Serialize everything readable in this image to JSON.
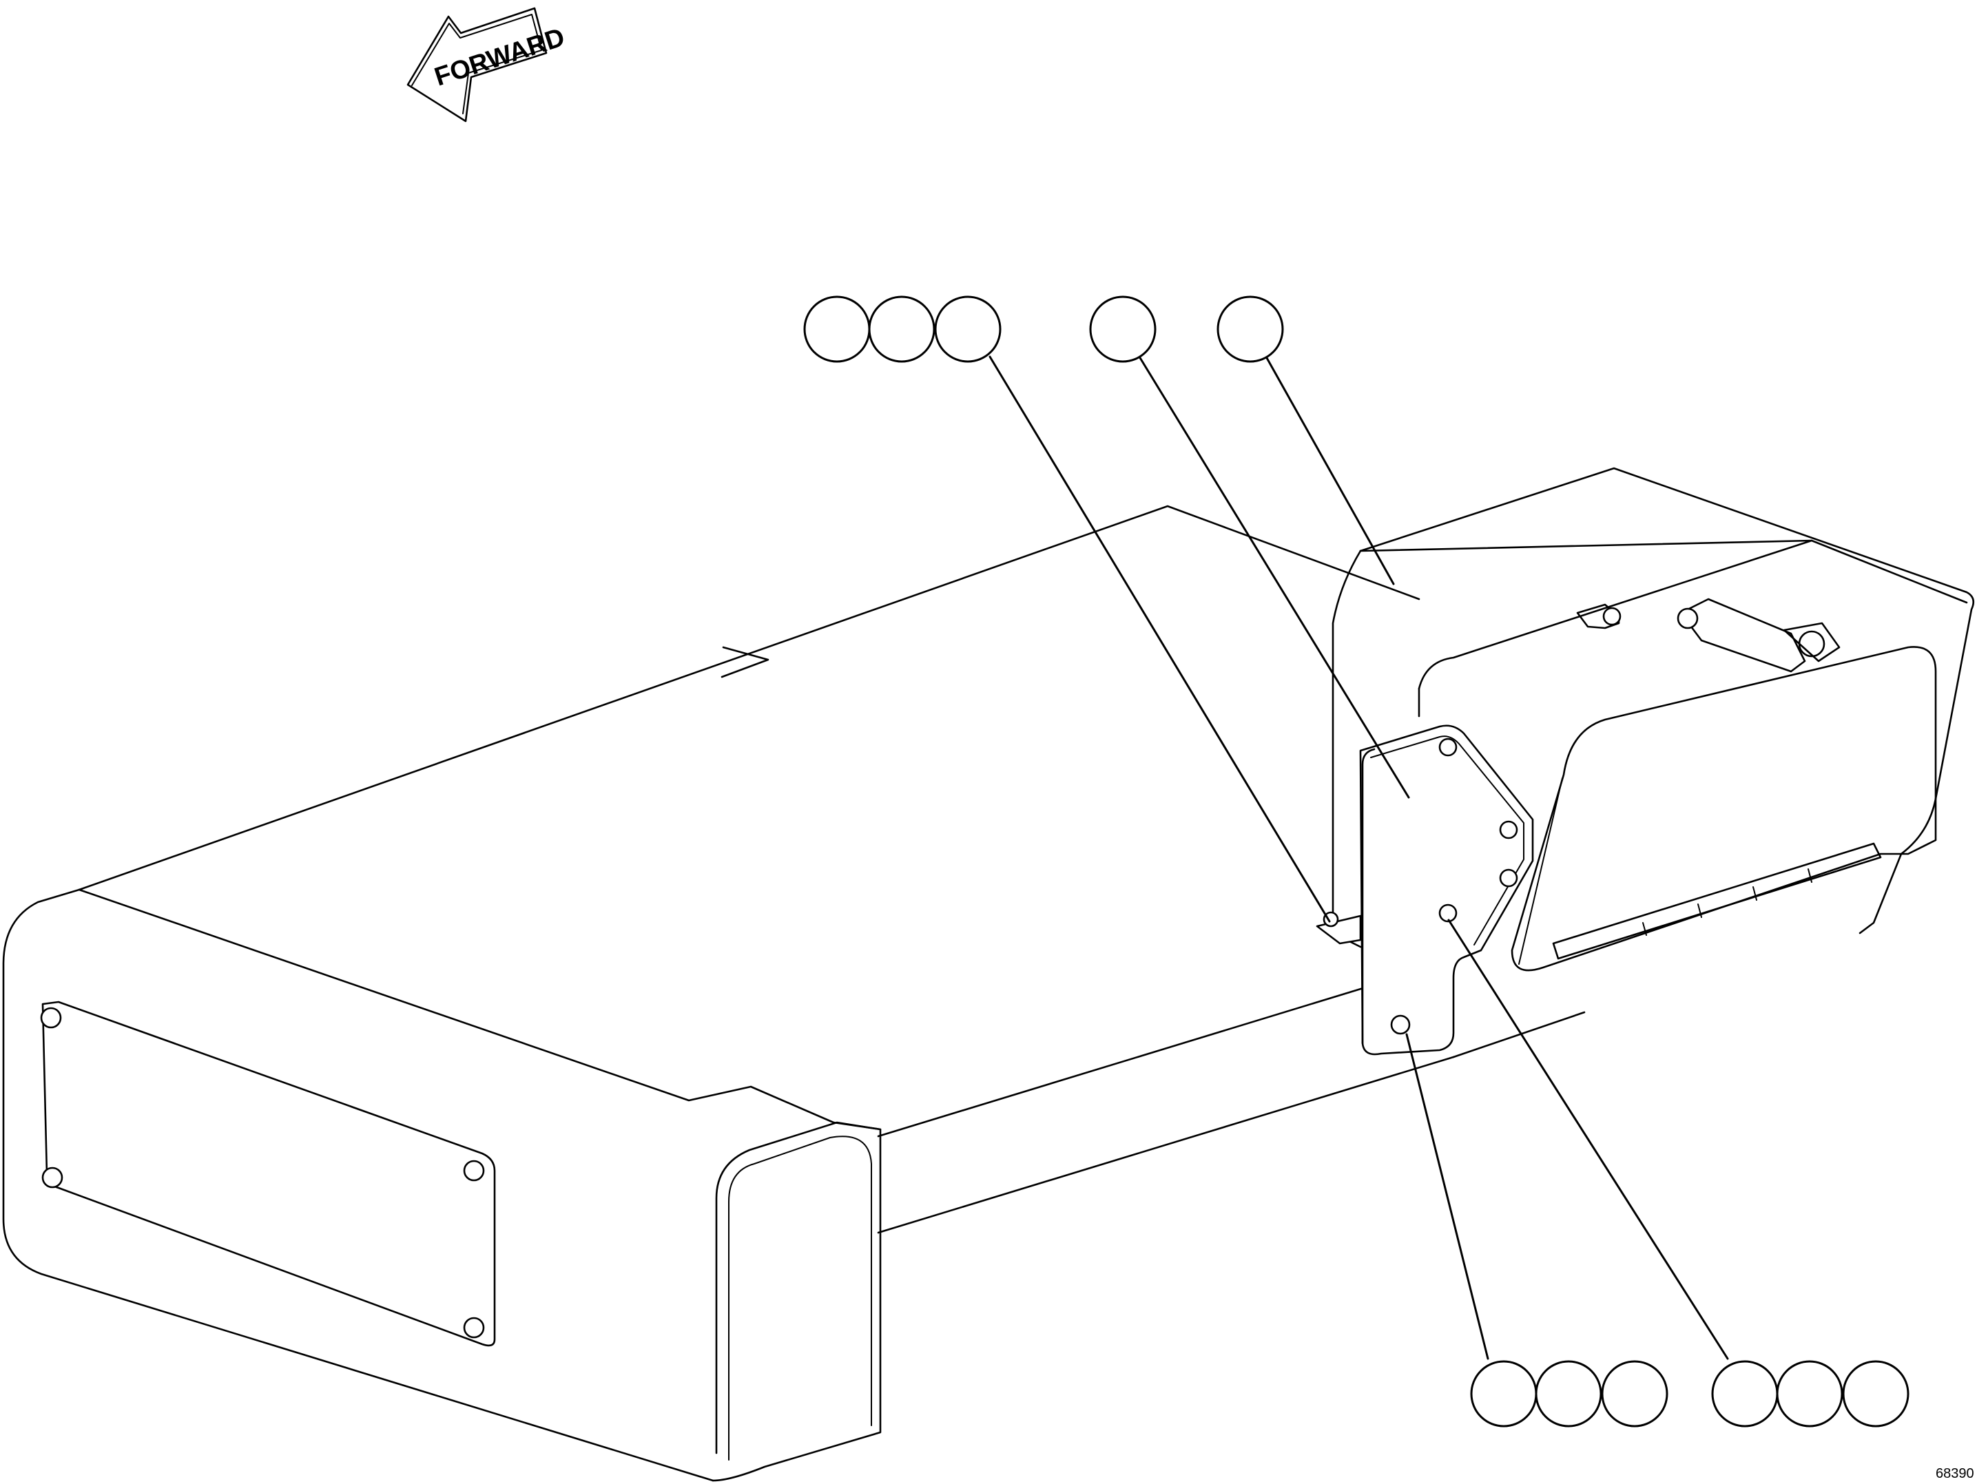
{
  "direction_arrow": {
    "label": "FORWARD"
  },
  "figure_number": "68390",
  "callout_bubbles": [
    {
      "group": "top-left",
      "count": 3,
      "label": ""
    },
    {
      "group": "top-middle",
      "count": 1,
      "label": ""
    },
    {
      "group": "top-right",
      "count": 1,
      "label": ""
    },
    {
      "group": "bottom-left",
      "count": 3,
      "label": ""
    },
    {
      "group": "bottom-right",
      "count": 3,
      "label": ""
    }
  ]
}
